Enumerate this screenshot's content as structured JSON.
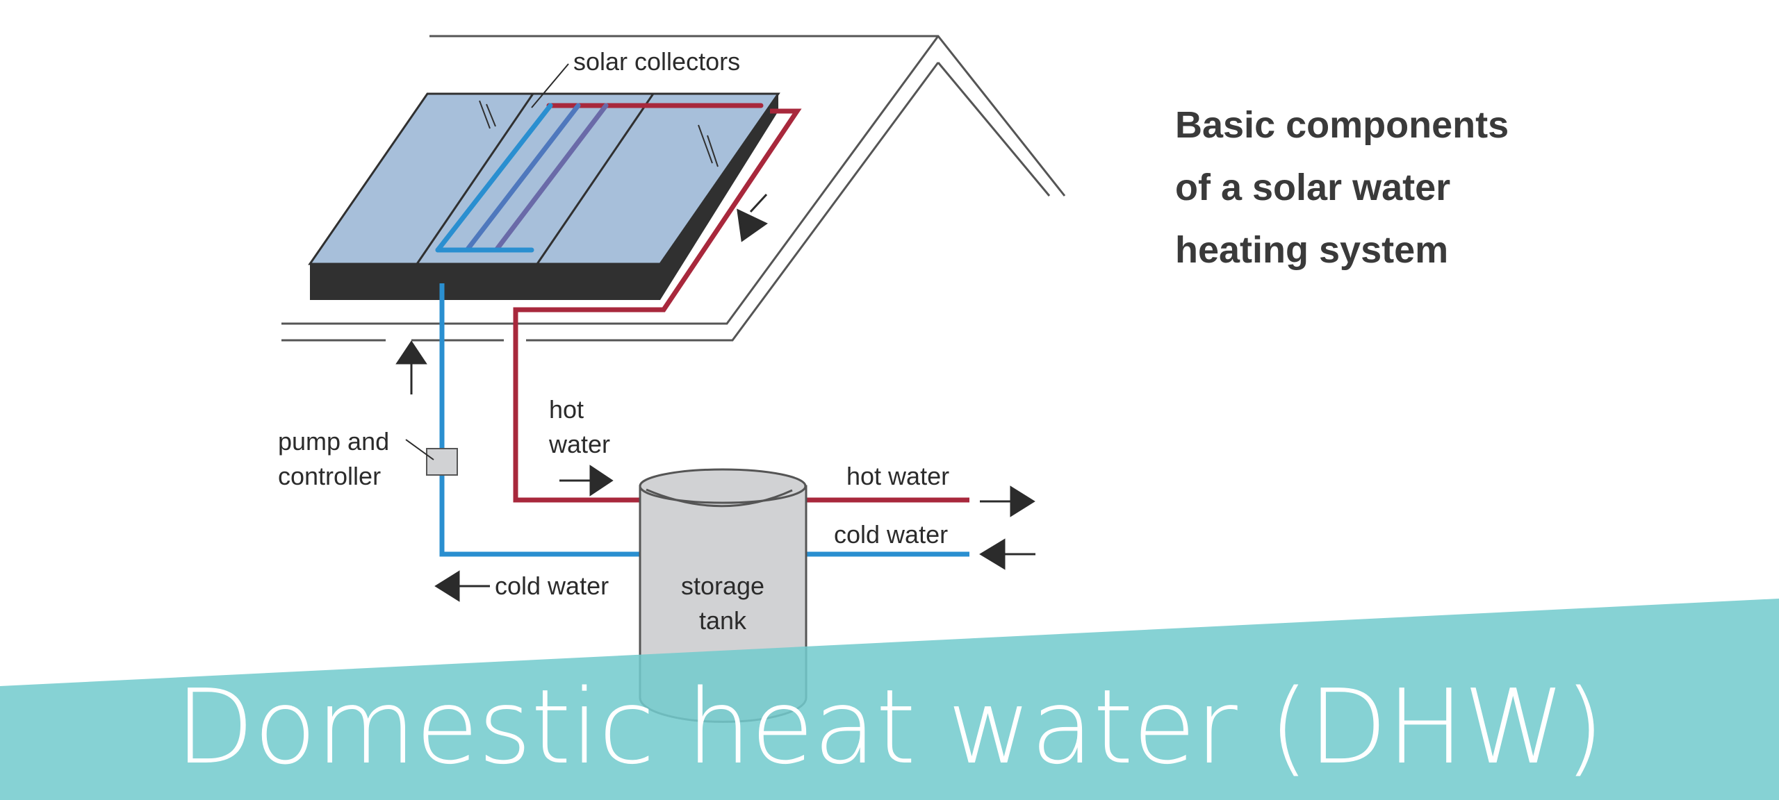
{
  "diagram": {
    "heading": [
      "Basic components",
      "of a solar water",
      "heating system"
    ],
    "labels": {
      "solar_collectors": "solar collectors",
      "pump_line1": "pump and",
      "pump_line2": "controller",
      "hot_water_pipe_line1": "hot",
      "hot_water_pipe_line2": "water",
      "hot_water_out": "hot water",
      "cold_water_in": "cold water",
      "cold_water_return": "cold water",
      "tank_line1": "storage",
      "tank_line2": "tank"
    },
    "colors": {
      "hot_pipe": "#a8283c",
      "cold_pipe": "#2a8fd0",
      "collector_glass": "#a7bfda",
      "collector_frame": "#303030",
      "tank_fill": "#d1d2d4",
      "banner": "#72cbcd",
      "roof_line": "#555555"
    }
  },
  "banner": {
    "title": "Domestic heat water (DHW)"
  }
}
